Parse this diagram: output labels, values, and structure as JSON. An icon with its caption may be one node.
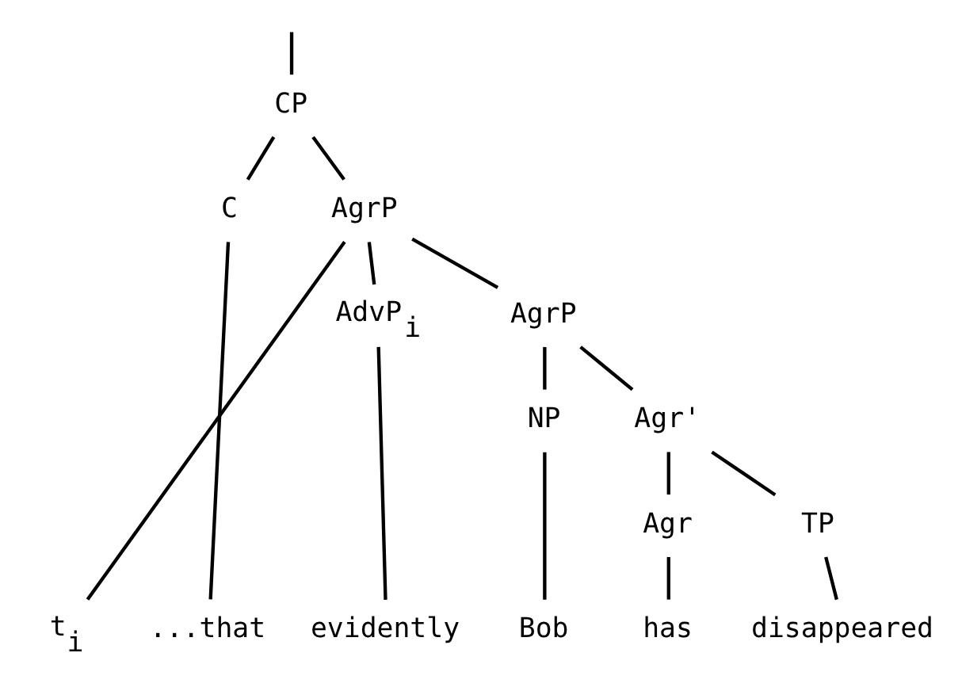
{
  "diagram": {
    "nodes": [
      {
        "text": [
          "CP"
        ]
      },
      {
        "text": [
          "C"
        ]
      },
      {
        "text": [
          "AgrP"
        ]
      },
      {
        "text": [
          "AdvP$_{i}$"
        ]
      },
      {
        "text": [
          "AgrP"
        ]
      },
      {
        "text": [
          "t$_{i}$"
        ]
      },
      {
        "text": [
          "NP"
        ]
      },
      {
        "text": [
          "Agr'"
        ]
      },
      {
        "text": [
          "Agr"
        ]
      },
      {
        "text": [
          "TP"
        ]
      },
      {
        "text": [
          "...that"
        ]
      },
      {
        "text": [
          "evidently"
        ]
      },
      {
        "text": [
          "Bob"
        ]
      },
      {
        "text": [
          "has"
        ]
      },
      {
        "text": [
          "disappeared"
        ]
      }
    ],
    "edges": [
      {
        "from": null,
        "to": 0,
        "arrow": "none"
      },
      {
        "from": 0,
        "to": 1,
        "arrow": "none"
      },
      {
        "from": 0,
        "to": 2,
        "arrow": "none"
      },
      {
        "from": 2,
        "to": 3,
        "arrow": "none"
      },
      {
        "from": 2,
        "to": 4,
        "arrow": "none"
      },
      {
        "from": 2,
        "to": 5,
        "arrow": "none"
      },
      {
        "from": 4,
        "to": 6,
        "arrow": "none"
      },
      {
        "from": 4,
        "to": 7,
        "arrow": "none"
      },
      {
        "from": 7,
        "to": 8,
        "arrow": "none"
      },
      {
        "from": 7,
        "to": 9,
        "arrow": "none"
      },
      {
        "from": 1,
        "to": 10,
        "arrow": "none"
      },
      {
        "from": 3,
        "to": 11,
        "arrow": "none"
      },
      {
        "from": 6,
        "to": 12,
        "arrow": "none"
      },
      {
        "from": 8,
        "to": 13,
        "arrow": "none"
      },
      {
        "from": 9,
        "to": 14,
        "arrow": "none"
      }
    ]
  }
}
